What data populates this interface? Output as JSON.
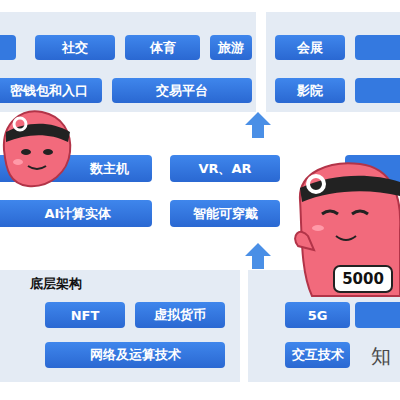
{
  "diagram": {
    "nodes": [
      {
        "text": [
          "社交"
        ]
      },
      {
        "text": [
          "体育"
        ]
      },
      {
        "text": [
          "旅游"
        ]
      },
      {
        "text": [
          "密钱包和入口"
        ]
      },
      {
        "text": [
          "交易平台"
        ]
      },
      {
        "text": [
          "会展"
        ]
      },
      {
        "text": [
          "影院"
        ]
      },
      {
        "text": [
          "数主机"
        ]
      },
      {
        "text": [
          "VR、AR"
        ]
      },
      {
        "text": [
          "AI计算实体"
        ]
      },
      {
        "text": [
          "智能可穿戴"
        ]
      },
      {
        "text": [
          "底层架构"
        ]
      },
      {
        "text": [
          "NFT"
        ],
        "in": 11
      },
      {
        "text": [
          "虚拟货币"
        ],
        "in": 11
      },
      {
        "text": [
          "网络及运算技术"
        ],
        "in": 11
      },
      {
        "text": [
          "5G"
        ]
      },
      {
        "text": [
          "交互技术"
        ]
      }
    ],
    "labels": [
      "5000",
      "知"
    ]
  }
}
